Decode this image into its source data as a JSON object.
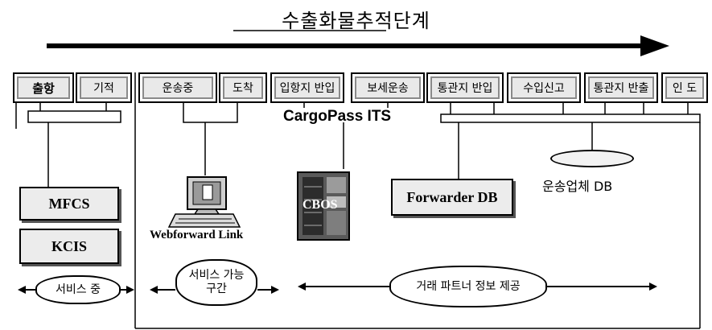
{
  "title": "수출화물추적단계",
  "stages": [
    "출항",
    "기적",
    "운송중",
    "도착",
    "입항지 반입",
    "보세운송",
    "통관지 반입",
    "수입신고",
    "통관지 반출",
    "인 도"
  ],
  "system_name": "CargoPass ITS",
  "systems": {
    "mfcs": "MFCS",
    "kcis": "KCIS",
    "webforward": "Webforward Link",
    "cbos": "CBOS",
    "forwarder_db": "Forwarder DB",
    "carrier_db": "운송업체 DB"
  },
  "clouds": {
    "in_service": "서비스 중",
    "service_available": "서비스 가능구간",
    "partner_info": "거래 파트너 정보 제공"
  },
  "icons": [
    "computer-icon",
    "server-icon",
    "database-icon"
  ]
}
